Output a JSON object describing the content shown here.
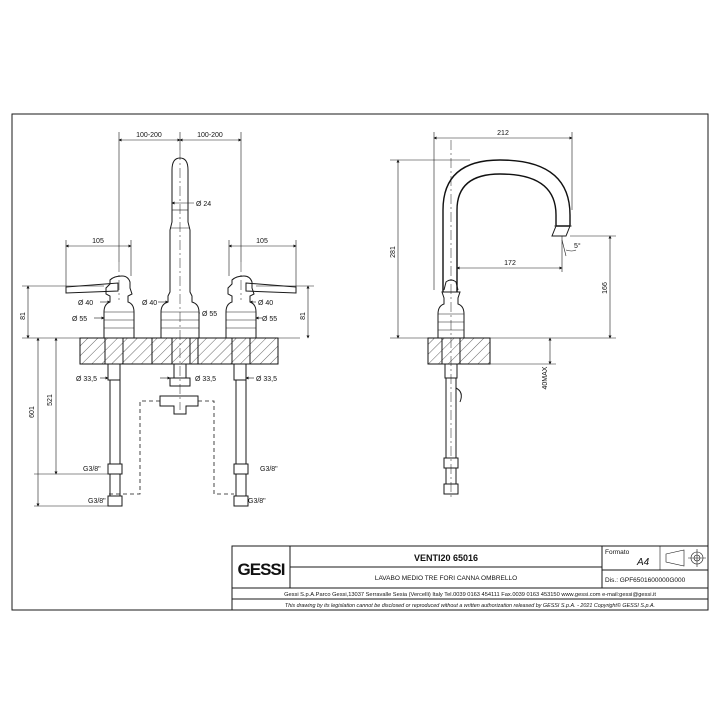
{
  "dimensions": {
    "spacing_left": "100-200",
    "spacing_right": "100-200",
    "handle_left": "105",
    "handle_right": "105",
    "spout_dia": "Ø 24",
    "body_dia_left": "Ø 40",
    "body_dia_center": "Ø 40",
    "body_dia_right": "Ø 40",
    "base_dia_left": "Ø 55",
    "base_dia_center": "Ø 55",
    "base_dia_right": "Ø 55",
    "hole_dia_left": "Ø 33,5",
    "hole_dia_center": "Ø 33,5",
    "hole_dia_right": "Ø 33,5",
    "height_left": "81",
    "height_right": "81",
    "hose_total": "601",
    "hose_length": "521",
    "thread_left_1": "G3/8\"",
    "thread_left_2": "G3/8\"",
    "thread_right_1": "G3/8\"",
    "thread_right_2": "G3/8\"",
    "side_width": "212",
    "side_height": "281",
    "side_reach": "172",
    "side_angle": "5°",
    "side_spout_height": "166",
    "side_max": "40MAX"
  },
  "title_block": {
    "logo": "GESSI",
    "product": "VENTI20 65016",
    "description": "LAVABO MEDIO TRE FORI CANNA OMBRELLO",
    "format_label": "Formato",
    "format_value": "A4",
    "dis_label": "Dis.: GPF6501600000G000",
    "company": "Gessi S.p.A.Parco Gessi,13037 Serravalle Sesia (Vercelli) Italy Tel.0039 0163 454111 Fax.0039 0163 453150 www.gessi.com e-mail:gessi@gessi.it",
    "disclaimer": "This drawing by its legislation cannot be disclosed or reproduced without a written authorization released by GESSI S.p.A. - 2021 Copyright© GESSI S.p.A."
  }
}
